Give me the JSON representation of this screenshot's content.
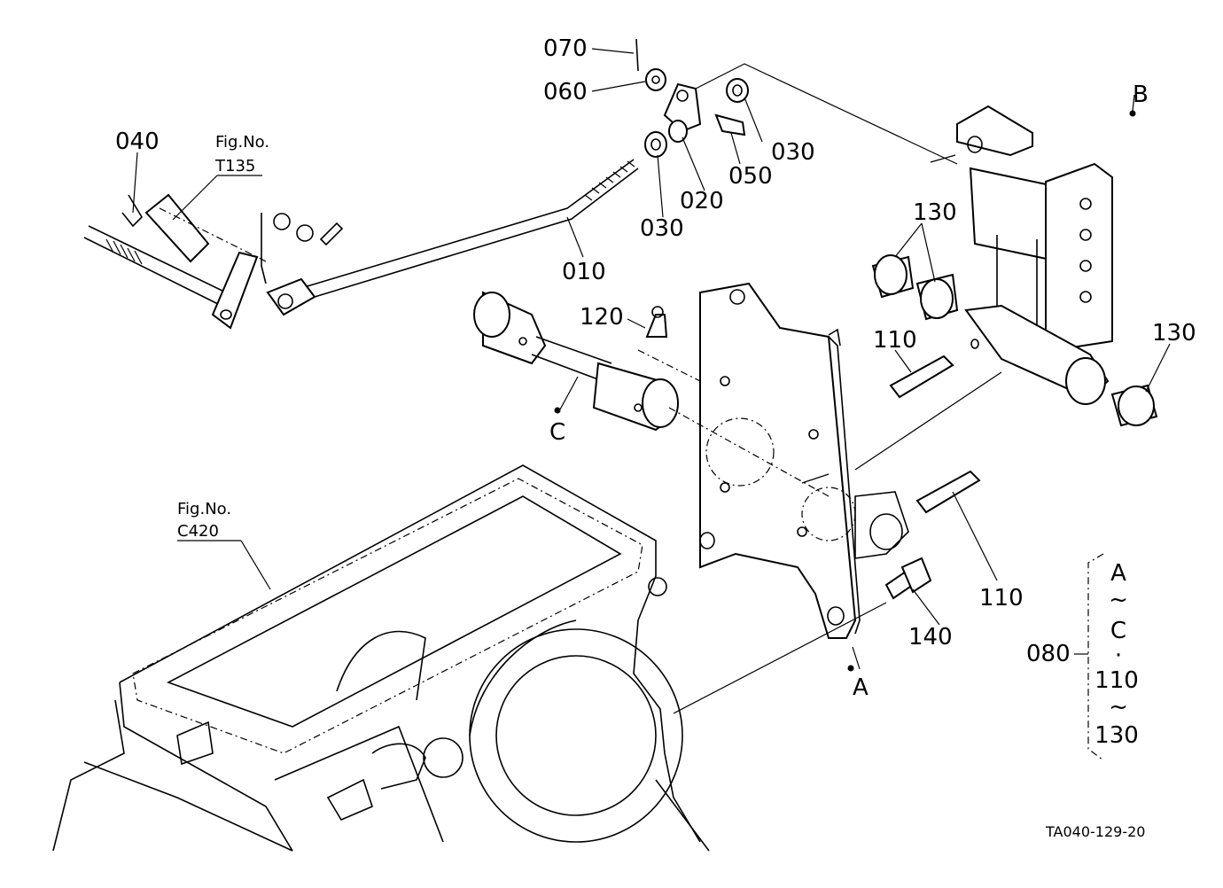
{
  "part_labels": {
    "p010": "010",
    "p020": "020",
    "p030a": "030",
    "p030b": "030",
    "p040": "040",
    "p050": "050",
    "p060": "060",
    "p070": "070",
    "p080": "080",
    "p110a": "110",
    "p110b": "110",
    "p120": "120",
    "p130a": "130",
    "p130b": "130",
    "p140": "140"
  },
  "letters": {
    "a": "A",
    "b": "B",
    "c": "C"
  },
  "fig_refs": {
    "t135_title": "Fig.No.",
    "t135_code": "T135",
    "c420_title": "Fig.No.",
    "c420_code": "C420"
  },
  "kit_bracket": {
    "line1": "A",
    "line2": "~",
    "line3": "C",
    "line4": "·",
    "line5": "110",
    "line6": "~",
    "line7": "130"
  },
  "drawing_code": "TA040-129-20"
}
